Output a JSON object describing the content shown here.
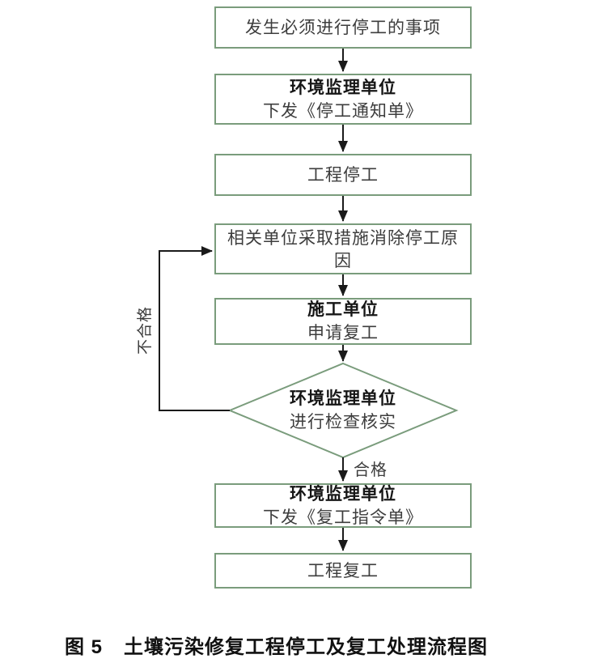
{
  "colors": {
    "box_border": "#7a9c7c",
    "connector": "#1a1a1a",
    "text_regular": "#3d3d3d",
    "text_bold": "#161616"
  },
  "flowchart": {
    "nodes": [
      {
        "id": "event",
        "type": "process",
        "text": "发生必须进行停工的事项"
      },
      {
        "id": "stop-notice",
        "type": "process",
        "title": "环境监理单位",
        "text": "下发《停工通知单》"
      },
      {
        "id": "work-stop",
        "type": "process",
        "text": "工程停工"
      },
      {
        "id": "eliminate-cause",
        "type": "process",
        "text": "相关单位采取措施消除停工原因"
      },
      {
        "id": "apply-resume",
        "type": "process",
        "title": "施工单位",
        "text": "申请复工"
      },
      {
        "id": "inspect",
        "type": "decision",
        "title": "环境监理单位",
        "text": "进行检查核实"
      },
      {
        "id": "resume-order",
        "type": "process",
        "title": "环境监理单位",
        "text": "下发《复工指令单》"
      },
      {
        "id": "work-resume",
        "type": "process",
        "text": "工程复工"
      }
    ],
    "edge_labels": {
      "pass": "合格",
      "fail": "不合格"
    }
  },
  "caption": {
    "prefix": "图 5",
    "title": "土壤污染修复工程停工及复工处理流程图"
  }
}
